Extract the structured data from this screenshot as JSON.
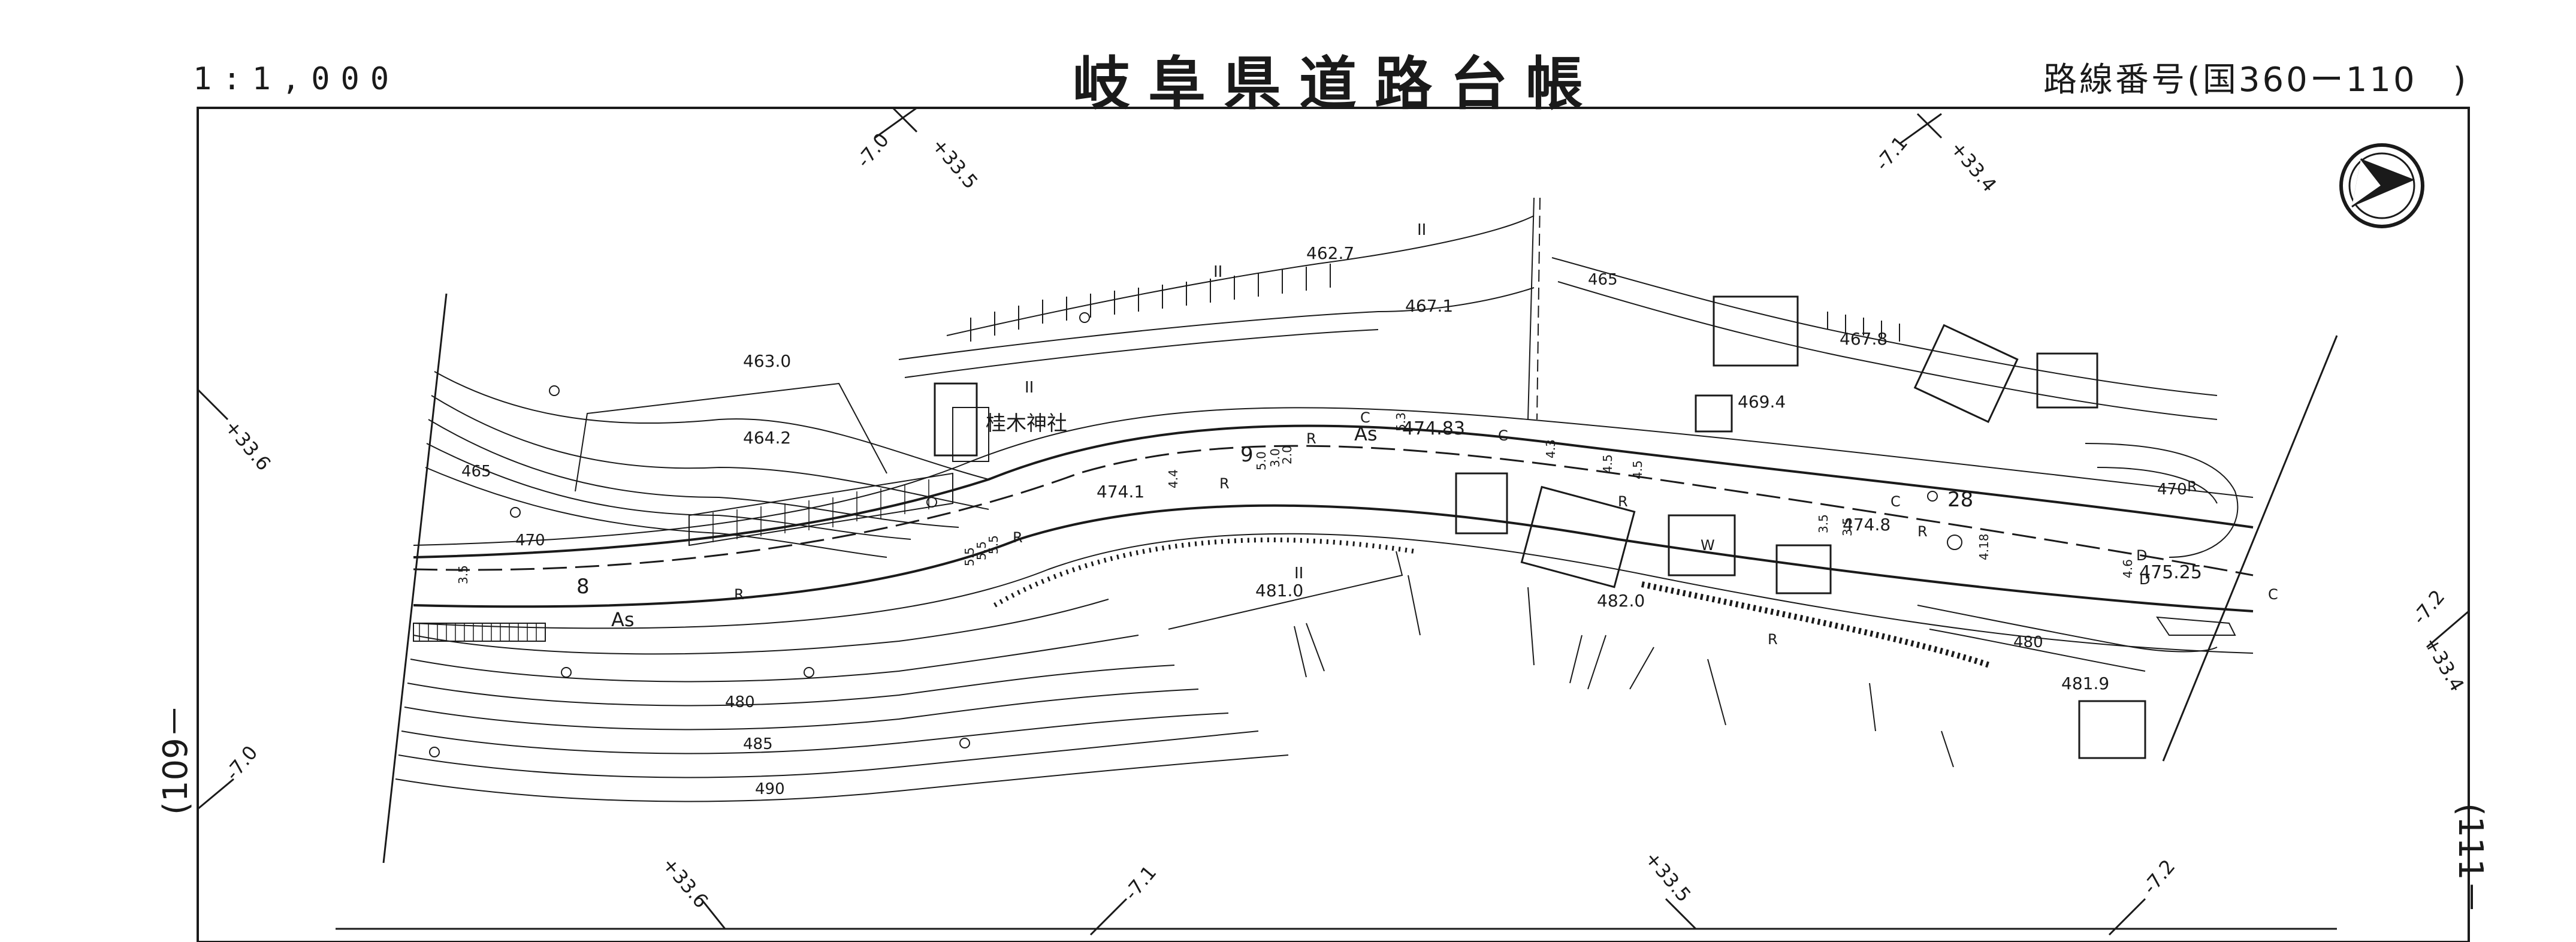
{
  "header": {
    "scale": "1:1,000",
    "title": "岐阜県道路台帳",
    "route_number": "路線番号(国360ー110　)"
  },
  "margins": {
    "prev_sheet": "(109－",
    "next_sheet": "(111－"
  },
  "north_arrow": {
    "icon": "north-arrow-icon"
  },
  "grid_ticks": [
    {
      "text": "-7.0",
      "text2": "+33.5"
    },
    {
      "text": "-7.1",
      "text2": "+33.4"
    },
    {
      "text": "+33.6"
    },
    {
      "text": "-7.0"
    },
    {
      "text": "+33.6"
    },
    {
      "text": "-7.1"
    },
    {
      "text": "+33.5"
    },
    {
      "text": "-7.2"
    },
    {
      "text": "-7.2",
      "text2": "+33.4"
    }
  ],
  "place_labels": {
    "shrine": "桂木神社"
  },
  "elevations": [
    "462.7",
    "467.1",
    "463.0",
    "464.2",
    "474.83",
    "474.1",
    "481.0",
    "482.0",
    "469.4",
    "467.8",
    "474.8",
    "475.25",
    "481.9"
  ],
  "contours": [
    "465",
    "470",
    "480",
    "485",
    "490",
    "465",
    "470",
    "480"
  ],
  "road_marks": {
    "surface_left": "As",
    "surface_mid": "As",
    "width_left": "8",
    "width_mid": "9",
    "width_right": "28",
    "r_marks": [
      "R",
      "R",
      "R",
      "R",
      "R",
      "R",
      "R",
      "R"
    ],
    "c_marks": [
      "C",
      "C",
      "C",
      "C"
    ],
    "d_marks": [
      "D",
      "D"
    ],
    "dims": [
      "3.5",
      "5.5",
      "5.5",
      "5.5",
      "4.4",
      "5.0",
      "5.3",
      "4.5",
      "4.5",
      "4.3",
      "4.18",
      "4.6",
      "3.5",
      "3.0",
      "2.0",
      "3.5"
    ],
    "building": "W",
    "hatch": "II"
  }
}
